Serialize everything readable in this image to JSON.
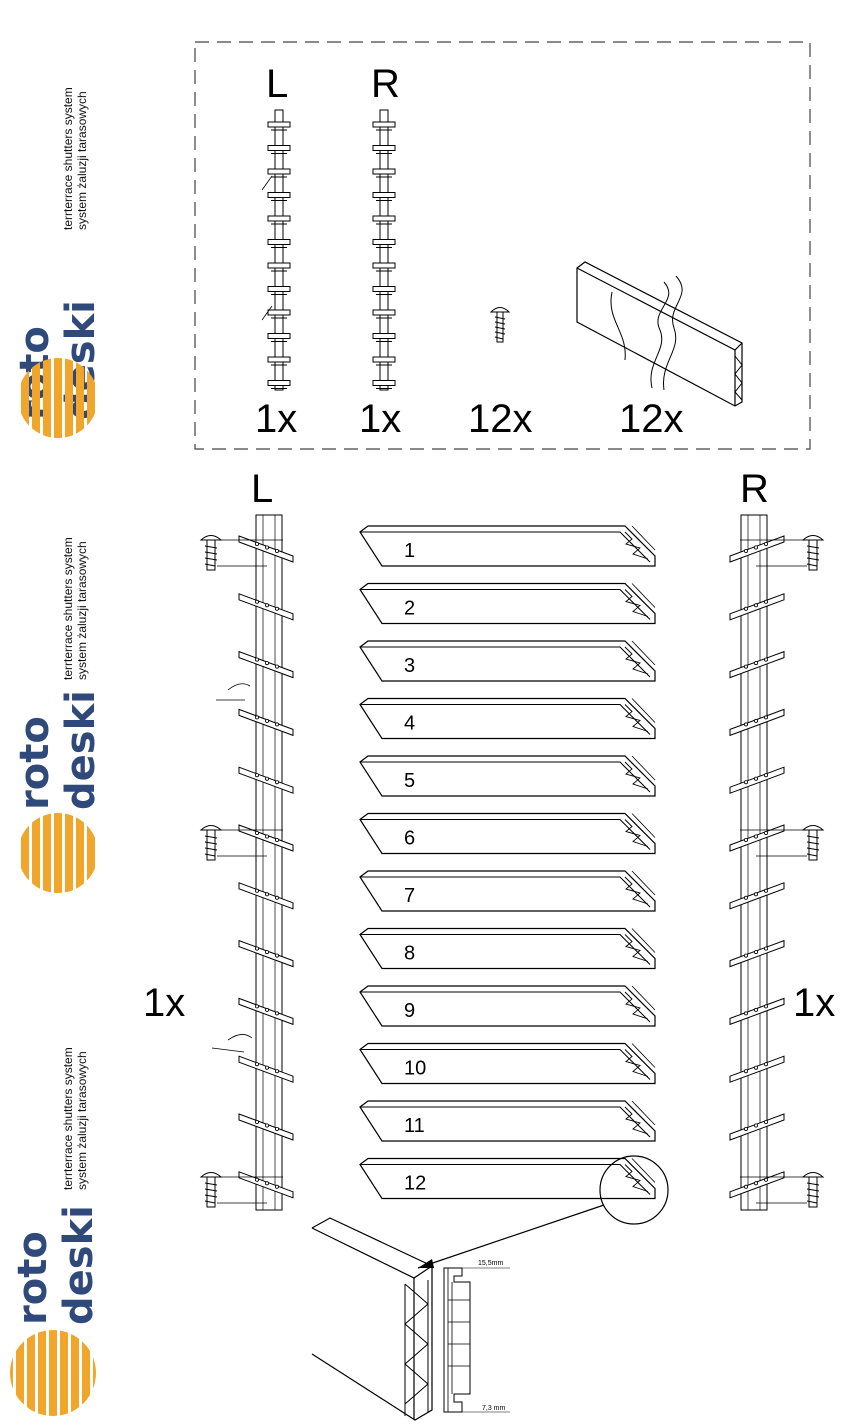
{
  "brand": {
    "line1": "roto",
    "line2": "deski",
    "tagline_en": "terrterrace shutters system",
    "tagline_pl": "system żaluzji tarasowych",
    "color": "#2f4a7a",
    "accent": "#f2a52b"
  },
  "kit": {
    "rail_left_label": "L",
    "rail_right_label": "R",
    "qty_rail_left": "1x",
    "qty_rail_right": "1x",
    "qty_screws": "12x",
    "qty_slats": "12x"
  },
  "assembly": {
    "left_label": "L",
    "right_label": "R",
    "qty_left": "1x",
    "qty_right": "1x",
    "slats": [
      "1",
      "2",
      "3",
      "4",
      "5",
      "6",
      "7",
      "8",
      "9",
      "10",
      "11",
      "12"
    ]
  },
  "detail": {
    "dim_top": "15,5mm",
    "dim_bottom": "7,3 mm"
  }
}
